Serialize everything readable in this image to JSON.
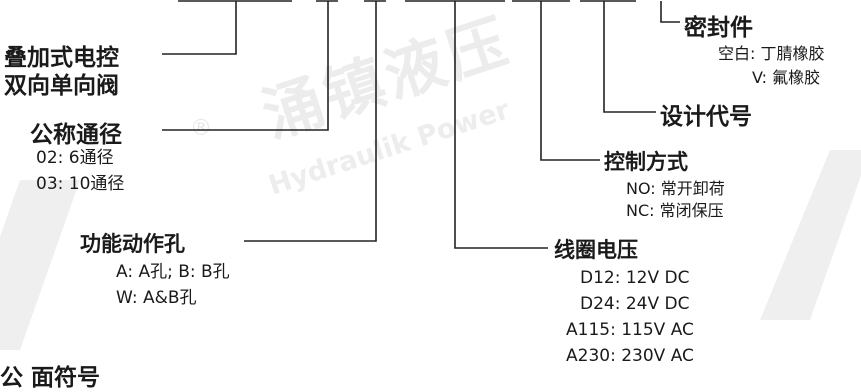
{
  "watermark": {
    "brand_cn": "涌镇液压",
    "brand_en": "Hydraulik Power",
    "reg_mark": "®"
  },
  "left": {
    "valve_type": {
      "line1": "叠加式电控",
      "line2": "双向单向阀"
    },
    "nominal_bore": {
      "title": "公称通径",
      "options": [
        "02: 6通径",
        "03: 10通径"
      ]
    },
    "function_port": {
      "title": "功能动作孔",
      "options": [
        "A: A孔; B: B孔",
        "W: A&B孔"
      ]
    }
  },
  "right": {
    "seal": {
      "title": "密封件",
      "options": [
        "空白: 丁腈橡胶",
        "V: 氟橡胶"
      ]
    },
    "design_code": {
      "title": "设计代号"
    },
    "control_mode": {
      "title": "控制方式",
      "options": [
        "NO: 常开卸荷",
        "NC: 常闭保压"
      ]
    },
    "coil_voltage": {
      "title": "线圈电压",
      "options": [
        "D12: 12V DC",
        "D24: 24V DC",
        "A115: 115V AC",
        "A230: 230V AC"
      ]
    }
  },
  "partial_bottom_text": "公 面符号",
  "colors": {
    "text": "#1a1a1a",
    "line": "#222222",
    "watermark": "#ececec"
  }
}
